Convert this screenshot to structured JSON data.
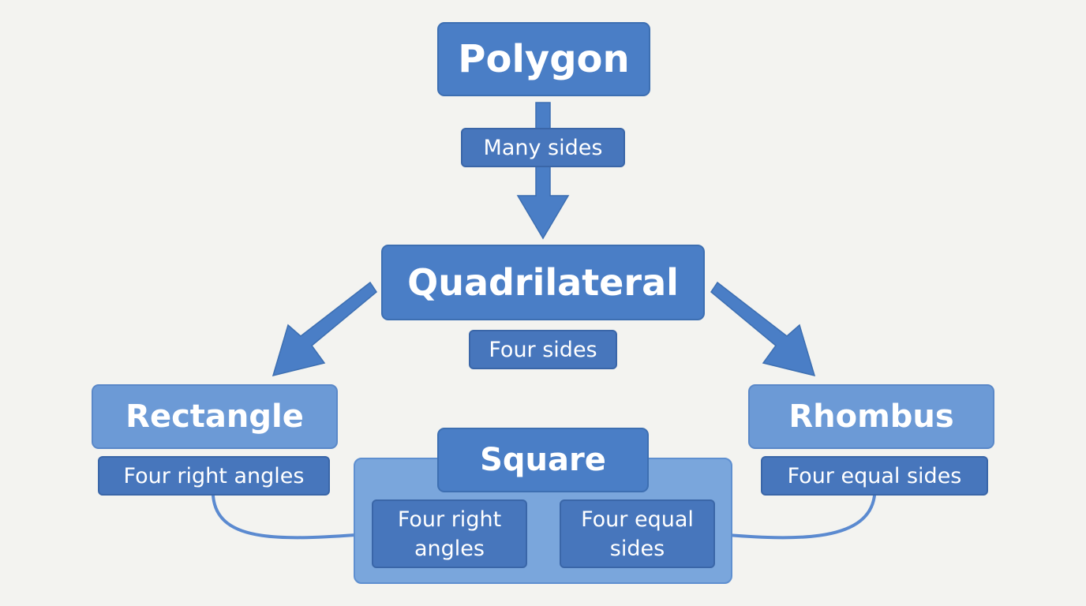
{
  "diagram": {
    "nodes": {
      "polygon": "Polygon",
      "quadrilateral": "Quadrilateral",
      "rectangle": "Rectangle",
      "rhombus": "Rhombus",
      "square": "Square"
    },
    "labels": {
      "polygon_to_quadrilateral": "Many sides",
      "quadrilateral": "Four sides",
      "rectangle": "Four right angles",
      "rhombus": "Four equal sides",
      "square_right_angles": "Four right angles",
      "square_equal_sides": "Four equal sides"
    },
    "colors": {
      "background": "#f3f3f0",
      "primary_node": "#4a7ec6",
      "secondary_node": "#6c9ad6",
      "arrow": "#4a7ec6",
      "connector": "#5b8ad0"
    }
  }
}
